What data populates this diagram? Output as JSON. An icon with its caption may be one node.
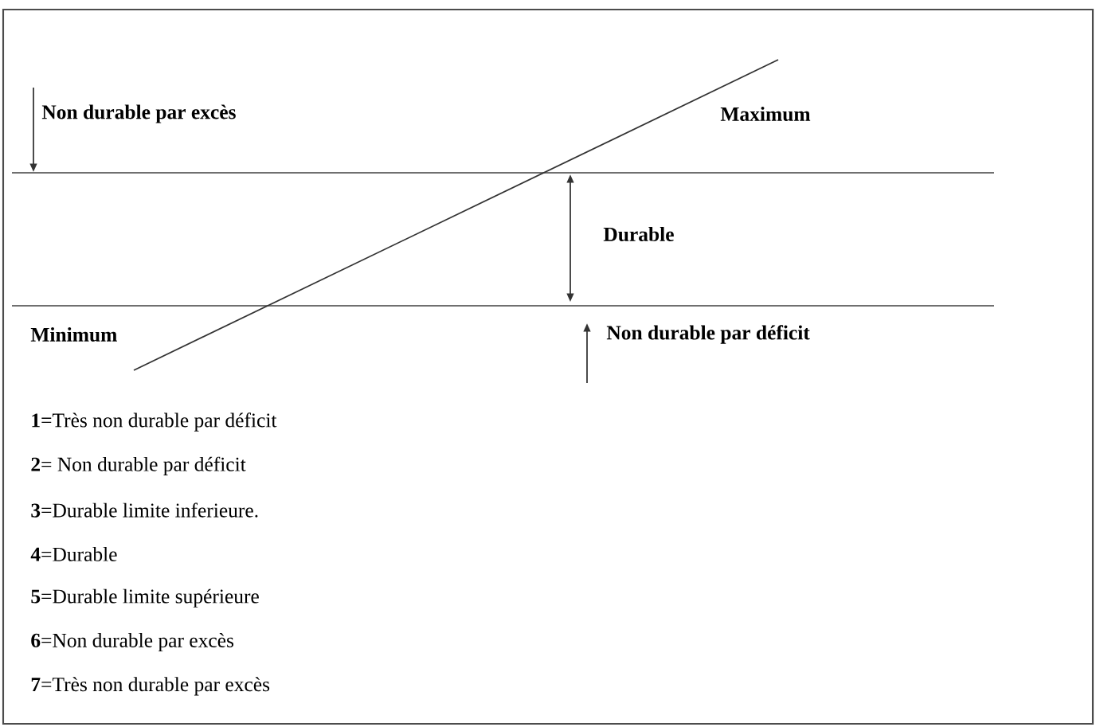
{
  "diagram": {
    "labels": [
      "Non durable par excès",
      "Maximum",
      "Durable",
      "Minimum",
      "Non durable par déficit",
      "**1**=Très non durable par déficit",
      "**2**= Non durable par déficit",
      "**3**=Durable limite inferieure.",
      "**4**=Durable",
      "**5**=Durable limite supérieure",
      "**6**=Non durable par excès",
      "**7**=Très non durable par excès"
    ]
  }
}
